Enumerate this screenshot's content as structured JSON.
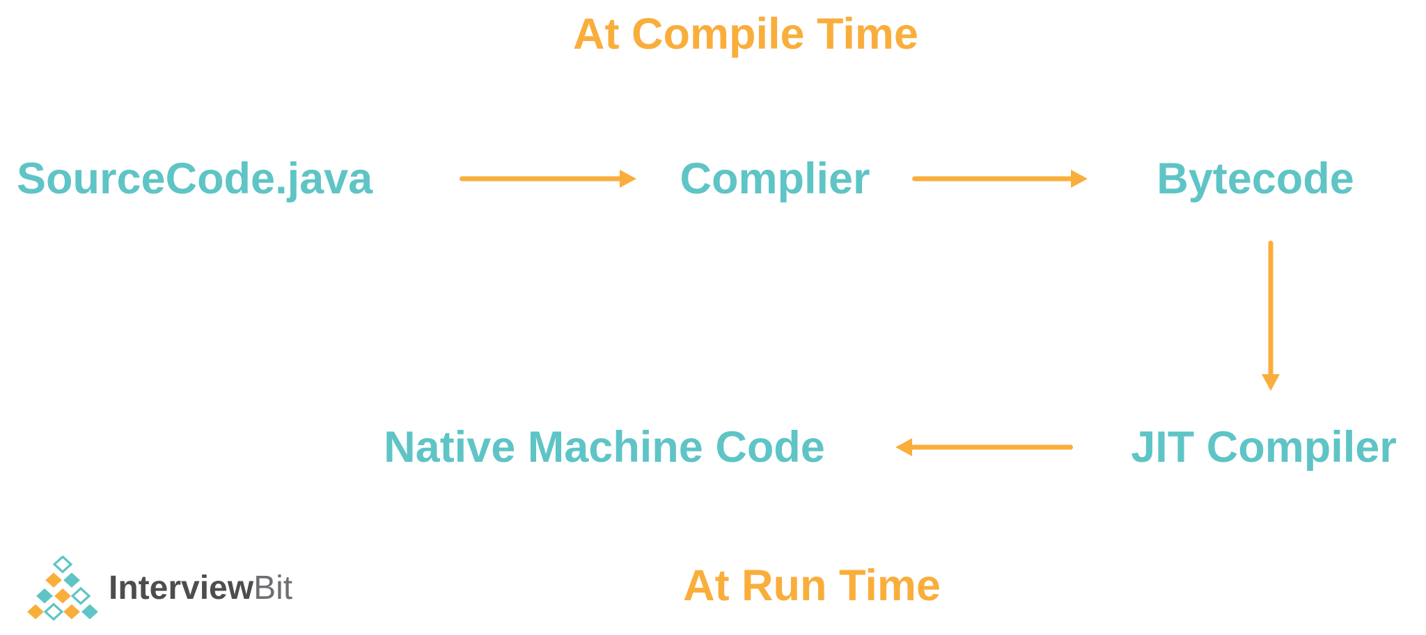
{
  "colors": {
    "orange": "#F9AE3C",
    "teal": "#5FC4C6",
    "logo_dark": "#4D4D4F",
    "logo_light": "#6D6E71"
  },
  "titles": {
    "compile": "At Compile Time",
    "run": "At Run Time"
  },
  "nodes": {
    "source": "SourceCode.java",
    "compiler": "Complier",
    "bytecode": "Bytecode",
    "native": "Native Machine Code",
    "jit": "JIT Compiler"
  },
  "logo": {
    "bold": "Interview",
    "light": "Bit"
  }
}
